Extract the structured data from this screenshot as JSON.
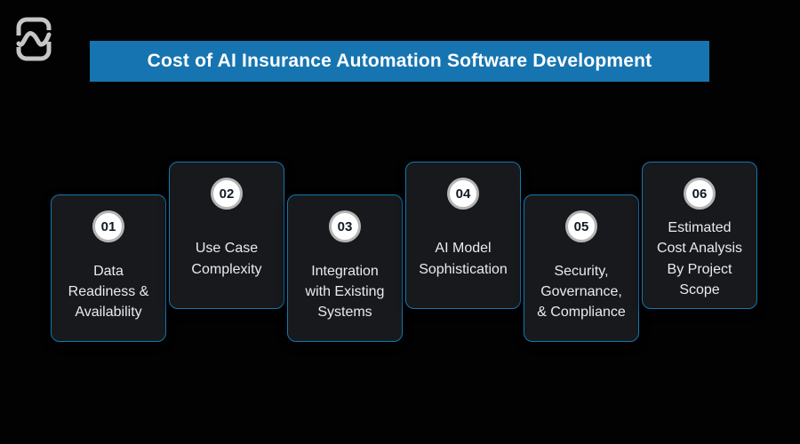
{
  "header": {
    "title": "Cost of AI Insurance Automation Software Development"
  },
  "logo": {
    "icon": "n-wave-logo-icon"
  },
  "colors": {
    "page_bg": "#020202",
    "banner_bg": "#1675b1",
    "banner_text": "#ffffff",
    "card_bg": "#17191c",
    "card_border": "#1577b2",
    "card_text": "#e9ebee",
    "badge_bg": "#ffffff",
    "badge_ring": "#b5b5b5",
    "badge_text": "#111a24",
    "logo_gray": "#c6c6c6"
  },
  "cards": [
    {
      "number": "01",
      "label": "Data Readiness & Availability"
    },
    {
      "number": "02",
      "label": "Use Case Complexity"
    },
    {
      "number": "03",
      "label": "Integration with Existing Systems"
    },
    {
      "number": "04",
      "label": "AI Model Sophistication"
    },
    {
      "number": "05",
      "label": "Security, Governance, & Compliance"
    },
    {
      "number": "06",
      "label": "Estimated Cost Analysis By Project Scope"
    }
  ]
}
